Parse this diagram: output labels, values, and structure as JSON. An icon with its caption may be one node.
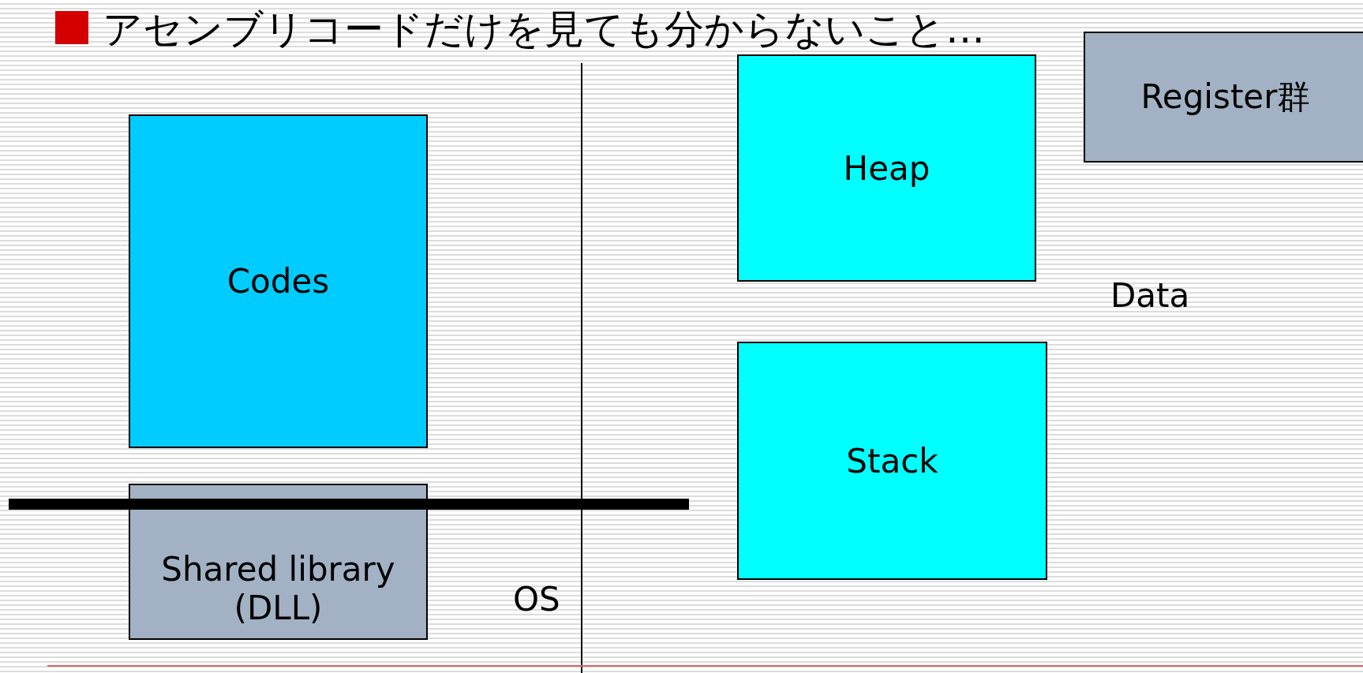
{
  "diagram": {
    "title": "アセンブリコードだけを見ても分からないこと…",
    "nodes": [
      {
        "text": [
          "Codes"
        ]
      },
      {
        "text": [
          "Shared library (DLL)"
        ]
      },
      {
        "text": [
          "Heap"
        ]
      },
      {
        "text": [
          "Stack"
        ]
      },
      {
        "text": [
          "Register群"
        ]
      }
    ],
    "labels": [
      "Data",
      "OS"
    ]
  }
}
